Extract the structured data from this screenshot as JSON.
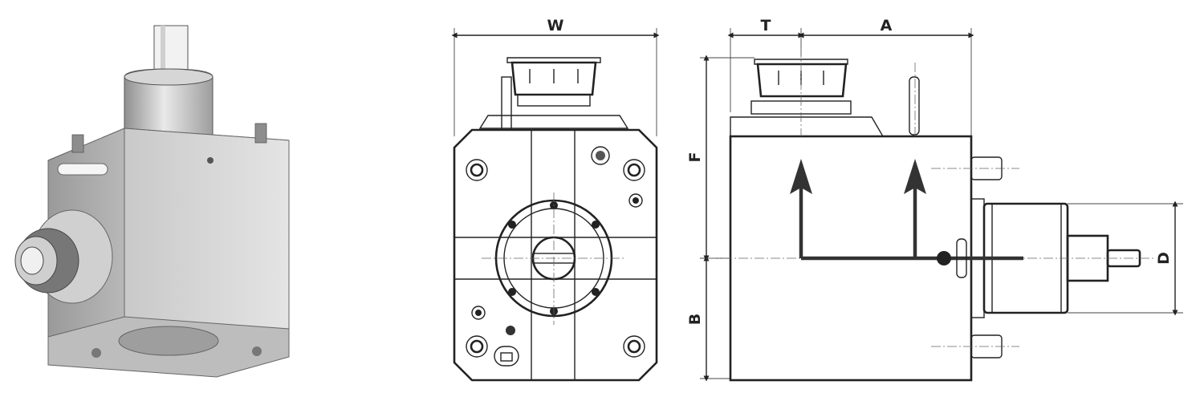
{
  "dimensions": {
    "width": "W",
    "thickness": "T",
    "axial": "A",
    "height_top": "F",
    "height_bottom": "B",
    "diameter": "D"
  },
  "colors": {
    "line": "#222222",
    "body_light": "#d9d9d9",
    "body_mid": "#bdbdbd",
    "body_dark": "#8c8c8c",
    "flow": "#333333"
  }
}
